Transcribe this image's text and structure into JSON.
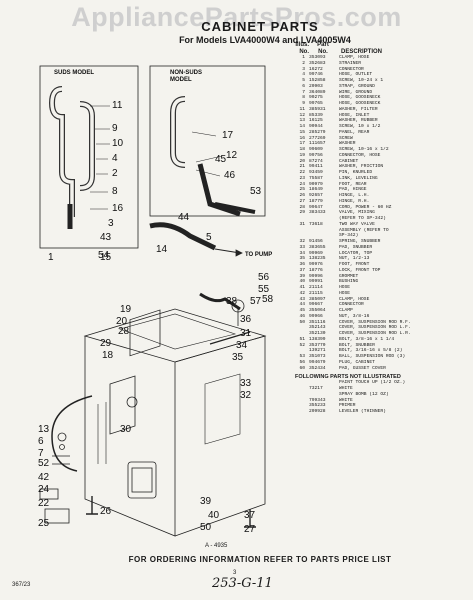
{
  "watermark": "AppliancePartsPros.com",
  "header": {
    "title": "CABINET PARTS",
    "subtitle": "For Models LVA4000W4 and LVA4005W4"
  },
  "panels": {
    "suds": "SUDS MODEL",
    "non_suds": "NON-SUDS\nMODEL",
    "to_pump": "TO PUMP"
  },
  "callouts": [
    "11",
    "9",
    "10",
    "4",
    "2",
    "8",
    "16",
    "17",
    "12",
    "46",
    "45",
    "53",
    "44",
    "3",
    "43",
    "5",
    "14",
    "15",
    "1",
    "56",
    "55",
    "57",
    "58",
    "19",
    "20",
    "28",
    "29",
    "18",
    "38",
    "36",
    "31",
    "54",
    "34",
    "35",
    "33",
    "32",
    "30",
    "13",
    "6",
    "7",
    "52",
    "42",
    "24",
    "22",
    "25",
    "26",
    "39",
    "40",
    "50",
    "37",
    "27"
  ],
  "parts_header": {
    "illus": "Illus.",
    "no": "No.",
    "part": "Part",
    "part_no": "No.",
    "desc": "DESCRIPTION"
  },
  "parts": [
    [
      "1",
      "353093",
      "CLAMP, HOSE"
    ],
    [
      "2",
      "352683",
      "STRAINER"
    ],
    [
      "3",
      "16272",
      "CONNECTOR"
    ],
    [
      "4",
      "99746",
      "HOSE, OUTLET"
    ],
    [
      "5",
      "152858",
      "SCREW, 10-24 x 1"
    ],
    [
      "6",
      "20903",
      "STRAP, GROUND"
    ],
    [
      "7",
      "364089",
      "WIRE, GROUND"
    ],
    [
      "8",
      "90275",
      "HOSE, GOOSENECK"
    ],
    [
      "9",
      "99765",
      "HOSE, GOOSENECK"
    ],
    [
      "11",
      "385931",
      "WASHER, FILTER"
    ],
    [
      "12",
      "85339",
      "HOSE, INLET"
    ],
    [
      "13",
      "16125",
      "WASHER, RUBBER"
    ],
    [
      "14",
      "90944",
      "SCREW, 10 x 1/2"
    ],
    [
      "15",
      "285279",
      "PANEL, REAR"
    ],
    [
      "16",
      "277269",
      "SCREW"
    ],
    [
      "17",
      "111657",
      "WASHER"
    ],
    [
      "18",
      "99609",
      "SCREW, 10-16 x 1/2"
    ],
    [
      "19",
      "99756",
      "CONNECTOR, HOSE"
    ],
    [
      "20",
      "87274",
      "CABINET"
    ],
    [
      "21",
      "99411",
      "WASHER, FRICTION"
    ],
    [
      "22",
      "93459",
      "PIN, KNURLED"
    ],
    [
      "23",
      "75587",
      "LINK, LEVELING"
    ],
    [
      "24",
      "90979",
      "FOOT, REAR"
    ],
    [
      "25",
      "18649",
      "PAD, HINGE"
    ],
    [
      "26",
      "92657",
      "HINGE, L.H."
    ],
    [
      "27",
      "18779",
      "HINGE, R.H."
    ],
    [
      "28",
      "99647",
      "CORD, POWER - 60 HZ"
    ],
    [
      "29",
      "383433",
      "VALVE, MIXING"
    ],
    [
      "",
      "",
      "(REFER TO SP-342)"
    ],
    [
      "31",
      "73618",
      "TWO WAY VALVE"
    ],
    [
      "",
      "",
      "ASSEMBLY (REFER TO"
    ],
    [
      "",
      "",
      "SP-342)"
    ],
    [
      "32",
      "91456",
      "SPRING, SNUBBER"
    ],
    [
      "33",
      "383655",
      "PAD, SNUBBER"
    ],
    [
      "34",
      "99969",
      "LOCATOR, TOP"
    ],
    [
      "35",
      "138235",
      "NUT, 1/2-13"
    ],
    [
      "36",
      "99976",
      "FOOT, FRONT"
    ],
    [
      "37",
      "18776",
      "LOCK, FRONT TOP"
    ],
    [
      "39",
      "99996",
      "GROMMET"
    ],
    [
      "40",
      "99991",
      "BUSHING"
    ],
    [
      "41",
      "21114",
      "HOSE"
    ],
    [
      "42",
      "21115",
      "HOSE"
    ],
    [
      "43",
      "385097",
      "CLAMP, HOSE"
    ],
    [
      "44",
      "99667",
      "CONNECTOR"
    ],
    [
      "45",
      "355064",
      "CLAMP"
    ],
    [
      "46",
      "99966",
      "NUT, 3/8-16"
    ],
    [
      "50",
      "351116",
      "COVER, SUSPENSION ROD R.F."
    ],
    [
      "",
      "352143",
      "COVER, SUSPENSION ROD L.F."
    ],
    [
      "",
      "352130",
      "COVER, SUSPENSION ROD L.R."
    ],
    [
      "51",
      "138399",
      "BOLT, 3/8-16 x 1 1/4"
    ],
    [
      "52",
      "353770",
      "BOLT, SNUBBER"
    ],
    [
      "",
      "139271",
      "BOLT, 3/16-16 x 5/8 (2)"
    ],
    [
      "53",
      "351073",
      "BALL, SUSPENSION ROD (3)"
    ],
    [
      "56",
      "994679",
      "PLUG, CABINET"
    ],
    [
      "60",
      "352434",
      "PAD, GUSSET COVER"
    ]
  ],
  "not_illustrated_title": "FOLLOWING PARTS NOT ILLUSTRATED",
  "not_illustrated": [
    [
      "",
      "",
      "PAINT TOUCH UP (1/2 OZ.)"
    ],
    [
      "",
      "73217",
      "WHITE"
    ],
    [
      "",
      "",
      "SPRAY BOMB (12 OZ)"
    ],
    [
      "",
      "799343",
      "WHITE"
    ],
    [
      "",
      "355233",
      "PRIMER"
    ],
    [
      "",
      "209928",
      "LEVELER (THINNER)"
    ]
  ],
  "figure_number": "A - 4935",
  "footer": "FOR ORDERING INFORMATION REFER TO PARTS PRICE LIST",
  "page_number": "3",
  "doc_code": "367/23",
  "handwritten": "253-G-11"
}
